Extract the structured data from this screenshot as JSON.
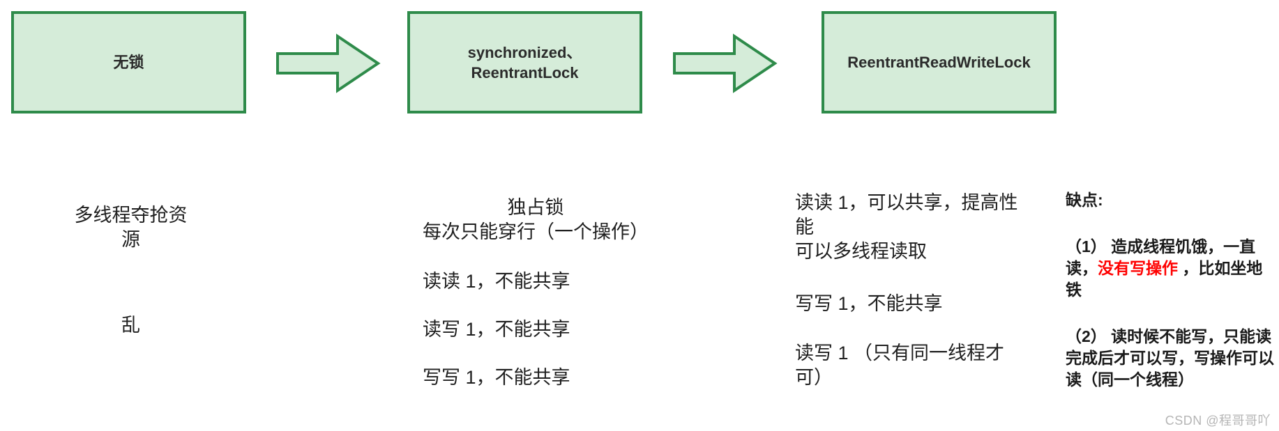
{
  "flow": {
    "boxes": [
      {
        "label": "无锁"
      },
      {
        "label": "synchronized、\nReentrantLock"
      },
      {
        "label": "ReentrantReadWriteLock"
      }
    ],
    "arrow_fill": "#d5ecd9",
    "arrow_border": "#2e8b4a"
  },
  "notes": {
    "col1": {
      "line1": "多线程夺抢资源",
      "line2": "乱"
    },
    "col2": {
      "heading1": "独占锁",
      "heading2": "每次只能穿行（一个操作）",
      "items": [
        "读读 1，不能共享",
        "读写 1，不能共享",
        "写写 1，不能共享"
      ]
    },
    "col3": {
      "para1": "读读 1，可以共享，提高性能\n可以多线程读取",
      "item1": "写写 1，不能共享",
      "item2": "读写 1 （只有同一线程才可）"
    },
    "col4": {
      "title": "缺点:",
      "point1": {
        "prefix": "（1） 造成线程饥饿，一直读，",
        "highlight": "没有写操作",
        "suffix": " ，比如坐地铁"
      },
      "point2": "（2） 读时候不能写，只能读完成后才可以写，写操作可以读（同一个线程）"
    }
  },
  "watermark": "CSDN @程哥哥吖",
  "colors": {
    "box_fill": "#d5ecd9",
    "box_border": "#2e8b4a",
    "highlight_red": "#ff0000",
    "text_dark": "#1f1f1f",
    "watermark_gray": "#b5b5b5"
  }
}
